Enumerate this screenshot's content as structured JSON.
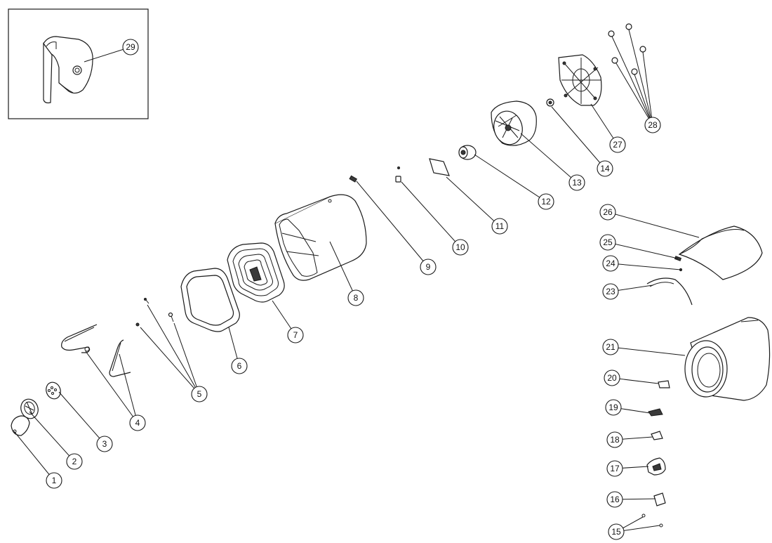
{
  "callouts": [
    {
      "id": "1",
      "label": "1"
    },
    {
      "id": "2",
      "label": "2"
    },
    {
      "id": "3",
      "label": "3"
    },
    {
      "id": "4",
      "label": "4"
    },
    {
      "id": "5",
      "label": "5"
    },
    {
      "id": "6",
      "label": "6"
    },
    {
      "id": "7",
      "label": "7"
    },
    {
      "id": "8",
      "label": "8"
    },
    {
      "id": "9",
      "label": "9"
    },
    {
      "id": "10",
      "label": "10"
    },
    {
      "id": "11",
      "label": "11"
    },
    {
      "id": "12",
      "label": "12"
    },
    {
      "id": "13",
      "label": "13"
    },
    {
      "id": "14",
      "label": "14"
    },
    {
      "id": "15",
      "label": "15"
    },
    {
      "id": "16",
      "label": "16"
    },
    {
      "id": "17",
      "label": "17"
    },
    {
      "id": "18",
      "label": "18"
    },
    {
      "id": "19",
      "label": "19"
    },
    {
      "id": "20",
      "label": "20"
    },
    {
      "id": "21",
      "label": "21"
    },
    {
      "id": "23",
      "label": "23"
    },
    {
      "id": "24",
      "label": "24"
    },
    {
      "id": "25",
      "label": "25"
    },
    {
      "id": "26",
      "label": "26"
    },
    {
      "id": "27",
      "label": "27"
    },
    {
      "id": "28",
      "label": "28"
    },
    {
      "id": "29",
      "label": "29"
    }
  ]
}
